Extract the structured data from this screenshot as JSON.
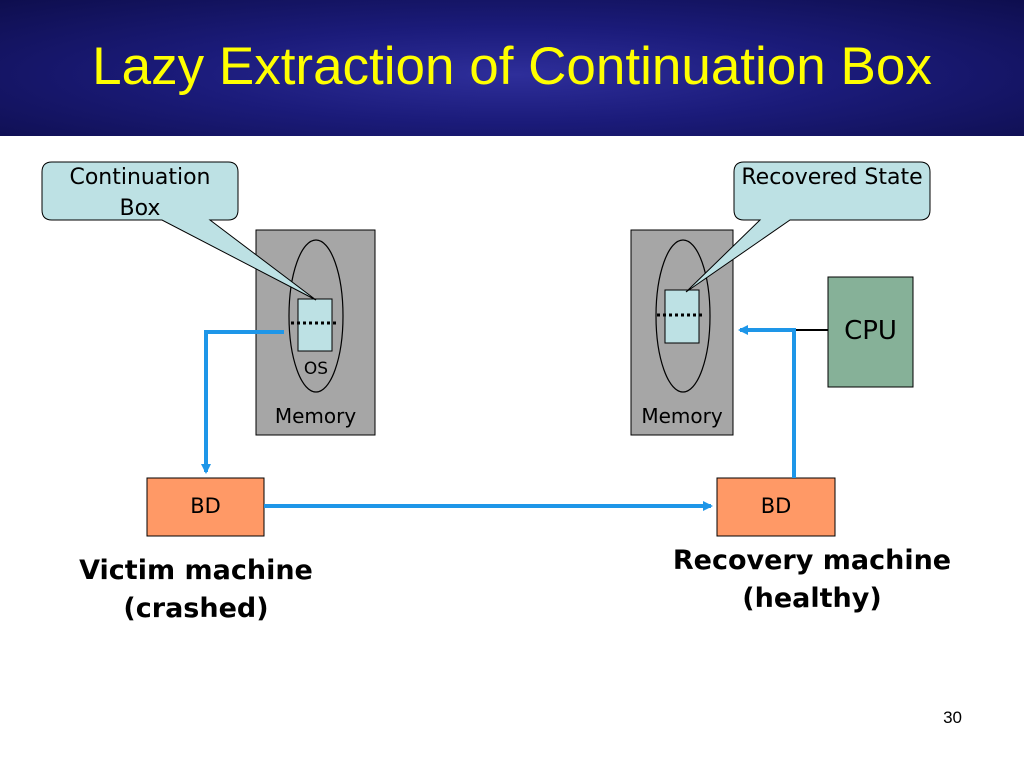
{
  "slide": {
    "title": "Lazy Extraction of Continuation Box",
    "page_number": "30"
  },
  "victim": {
    "callout": "Continuation Box",
    "os_label": "OS",
    "memory_label": "Memory",
    "bd_label": "BD",
    "caption_line1": "Victim machine",
    "caption_line2": "(crashed)"
  },
  "recovery": {
    "callout": "Recovered State",
    "memory_label": "Memory",
    "cpu_label": "CPU",
    "bd_label": "BD",
    "caption_line1": "Recovery machine",
    "caption_line2": "(healthy)"
  },
  "colors": {
    "title_bg": "#1b1b7a",
    "title_text": "#ffff00",
    "memory_fill": "#a6a6a6",
    "callout_fill": "#bde1e4",
    "cpu_fill": "#86b198",
    "bd_fill": "#ff9966",
    "arrow": "#1e96e8"
  }
}
